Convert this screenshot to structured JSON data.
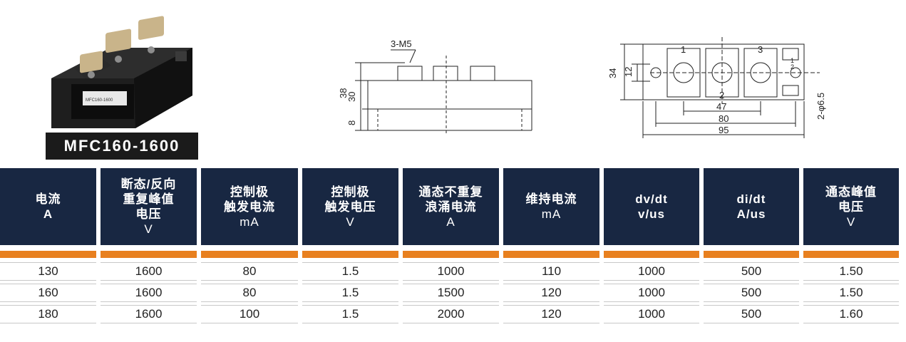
{
  "model": "MFC160-1600",
  "side_view": {
    "screw_label": "3-M5",
    "dims": [
      "38",
      "30",
      "8"
    ]
  },
  "top_view": {
    "terminals": [
      "1",
      "2",
      "3"
    ],
    "dims": [
      "34",
      "12",
      "47",
      "80",
      "95",
      "2-φ6.5"
    ],
    "pin_labels": [
      "1",
      "2"
    ]
  },
  "table": {
    "headers": [
      {
        "lines": [
          "电流",
          "A"
        ],
        "unit": ""
      },
      {
        "lines": [
          "断态/反向",
          "重复峰值",
          "电压"
        ],
        "unit": "V"
      },
      {
        "lines": [
          "控制极",
          "触发电流"
        ],
        "unit": "mA"
      },
      {
        "lines": [
          "控制极",
          "触发电压"
        ],
        "unit": "V"
      },
      {
        "lines": [
          "通态不重复",
          "浪涌电流"
        ],
        "unit": "A"
      },
      {
        "lines": [
          "维持电流"
        ],
        "unit": "mA"
      },
      {
        "lines": [
          "dv/dt",
          "v/us"
        ],
        "unit": ""
      },
      {
        "lines": [
          "di/dt",
          "A/us"
        ],
        "unit": ""
      },
      {
        "lines": [
          "通态峰值",
          "电压"
        ],
        "unit": "V"
      }
    ],
    "rows": [
      [
        "130",
        "1600",
        "80",
        "1.5",
        "1000",
        "110",
        "1000",
        "500",
        "1.50"
      ],
      [
        "160",
        "1600",
        "80",
        "1.5",
        "1500",
        "120",
        "1000",
        "500",
        "1.50"
      ],
      [
        "180",
        "1600",
        "100",
        "1.5",
        "2000",
        "120",
        "1000",
        "500",
        "1.60"
      ]
    ]
  }
}
